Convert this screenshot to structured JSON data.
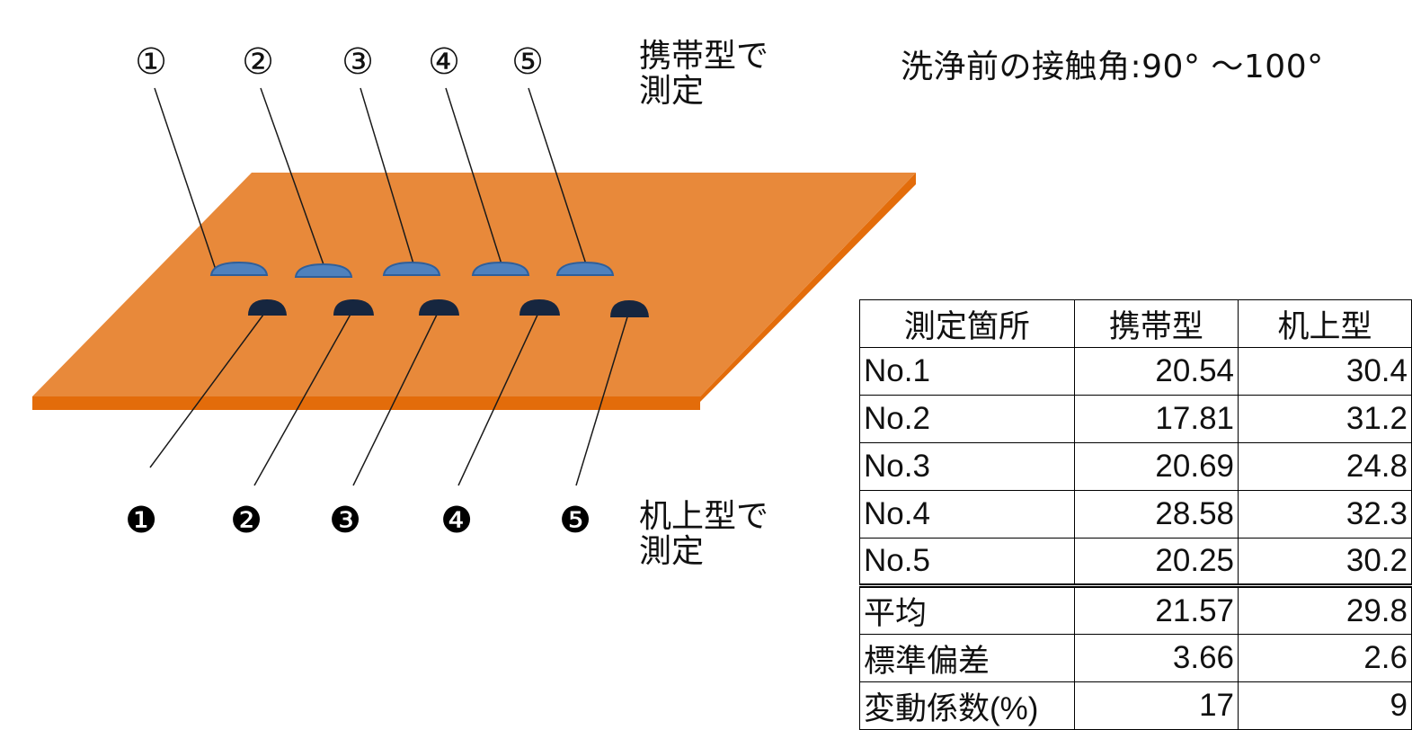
{
  "diagram": {
    "plate_color": "#E8893A",
    "plate_edge_color": "#E36C0A",
    "portable_drop_color": "#4F81BD",
    "desktop_drop_color": "#16263F",
    "portable_markers": [
      "①",
      "②",
      "③",
      "④",
      "⑤"
    ],
    "desktop_markers": [
      "❶",
      "❷",
      "❸",
      "❹",
      "❺"
    ],
    "portable_label": [
      "携帯型で",
      "測定"
    ],
    "desktop_label": [
      "机上型で",
      "測定"
    ],
    "contact_angle_text": "洗浄前の接触角:90° ～100°"
  },
  "table": {
    "headers": [
      "測定箇所",
      "携帯型",
      "机上型"
    ],
    "rows": [
      [
        "No.1",
        "20.54",
        "30.4"
      ],
      [
        "No.2",
        "17.81",
        "31.2"
      ],
      [
        "No.3",
        "20.69",
        "24.8"
      ],
      [
        "No.4",
        "28.58",
        "32.3"
      ],
      [
        "No.5",
        "20.25",
        "30.2"
      ]
    ],
    "summary_rows": [
      [
        "平均",
        "21.57",
        "29.8"
      ],
      [
        "標準偏差",
        "3.66",
        "2.6"
      ],
      [
        "変動係数(%)",
        "17",
        "9"
      ]
    ]
  }
}
